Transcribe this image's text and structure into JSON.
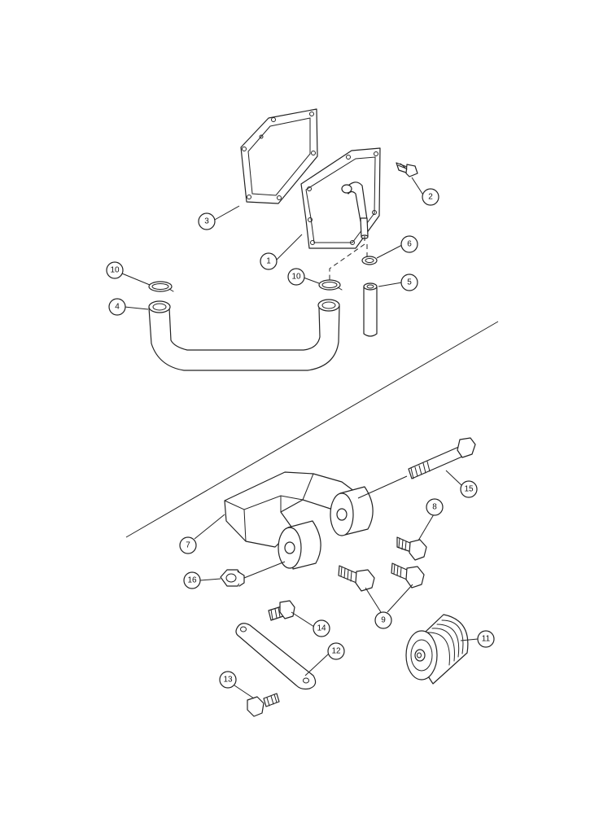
{
  "labels": {
    "p1": "1",
    "p2": "2",
    "p3": "3",
    "p4": "4",
    "p5": "5",
    "p6": "6",
    "p7": "7",
    "p8": "8",
    "p9": "9",
    "p10a": "10",
    "p10b": "10",
    "p11": "11",
    "p12": "12",
    "p13": "13",
    "p14": "14",
    "p15": "15",
    "p16": "16"
  }
}
